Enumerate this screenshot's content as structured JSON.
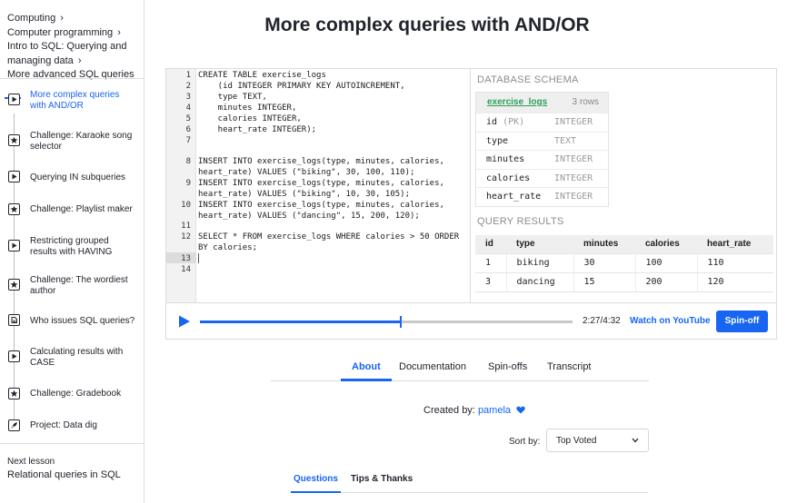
{
  "breadcrumb": {
    "items": [
      "Computing",
      "Computer programming",
      "Intro to SQL: Querying and managing data",
      "More advanced SQL queries"
    ],
    "separator": "›"
  },
  "lessons": [
    {
      "label": "More complex queries with AND/OR",
      "icon": "video-icon",
      "active": true
    },
    {
      "label": "Challenge: Karaoke song selector",
      "icon": "star-icon",
      "active": false
    },
    {
      "label": "Querying IN subqueries",
      "icon": "video-icon",
      "active": false
    },
    {
      "label": "Challenge: Playlist maker",
      "icon": "star-icon",
      "active": false
    },
    {
      "label": "Restricting grouped results with HAVING",
      "icon": "video-icon",
      "active": false
    },
    {
      "label": "Challenge: The wordiest author",
      "icon": "star-icon",
      "active": false
    },
    {
      "label": "Who issues SQL queries?",
      "icon": "article-icon",
      "active": false
    },
    {
      "label": "Calculating results with CASE",
      "icon": "video-icon",
      "active": false
    },
    {
      "label": "Challenge: Gradebook",
      "icon": "star-icon",
      "active": false
    },
    {
      "label": "Project: Data dig",
      "icon": "rocket-icon",
      "active": false
    }
  ],
  "next_lesson": {
    "label": "Next lesson",
    "title": "Relational queries in SQL"
  },
  "page_title": "More complex queries with AND/OR",
  "editor": {
    "line_numbers": [
      "1",
      "2",
      "3",
      "4",
      "5",
      "6",
      "7",
      "8",
      "9",
      "10",
      "11",
      "12",
      "13",
      "14"
    ],
    "lines": [
      "CREATE TABLE exercise_logs",
      "    (id INTEGER PRIMARY KEY AUTOINCREMENT,",
      "    type TEXT,",
      "    minutes INTEGER,",
      "    calories INTEGER,",
      "    heart_rate INTEGER);",
      "",
      "INSERT INTO exercise_logs(type, minutes, calories,",
      "heart_rate) VALUES (\"biking\", 30, 100, 110);",
      "INSERT INTO exercise_logs(type, minutes, calories,",
      "heart_rate) VALUES (\"biking\", 10, 30, 105);",
      "INSERT INTO exercise_logs(type, minutes, calories,",
      "heart_rate) VALUES (\"dancing\", 15, 200, 120);",
      "",
      "SELECT * FROM exercise_logs WHERE calories > 50 ORDER",
      "BY calories;",
      ""
    ]
  },
  "schema": {
    "heading": "DATABASE SCHEMA",
    "table_name": "exercise_logs",
    "row_count": "3 rows",
    "columns": [
      {
        "name": "id",
        "extra": " (PK)",
        "type": "INTEGER"
      },
      {
        "name": "type",
        "extra": "",
        "type": "TEXT"
      },
      {
        "name": "minutes",
        "extra": "",
        "type": "INTEGER"
      },
      {
        "name": "calories",
        "extra": "",
        "type": "INTEGER"
      },
      {
        "name": "heart_rate",
        "extra": "",
        "type": "INTEGER"
      }
    ]
  },
  "results": {
    "heading": "QUERY RESULTS",
    "headers": [
      "id",
      "type",
      "minutes",
      "calories",
      "heart_rate"
    ],
    "rows": [
      [
        "1",
        "biking",
        "30",
        "100",
        "110"
      ],
      [
        "3",
        "dancing",
        "15",
        "200",
        "120"
      ]
    ]
  },
  "player": {
    "time": "2:27/4:32",
    "progress": 0.54,
    "watch_link": "Watch on YouTube",
    "spinoff_label": "Spin-off"
  },
  "tabs": [
    "About",
    "Documentation",
    "Spin-offs",
    "Transcript"
  ],
  "created_by": {
    "label": "Created by:",
    "author": "pamela"
  },
  "sort": {
    "label": "Sort by:",
    "value": "Top Voted"
  },
  "subtabs": [
    "Questions",
    "Tips & Thanks"
  ],
  "colors": {
    "accent": "#1865f2",
    "table_link": "#2c9f5c",
    "text": "#21242c"
  }
}
